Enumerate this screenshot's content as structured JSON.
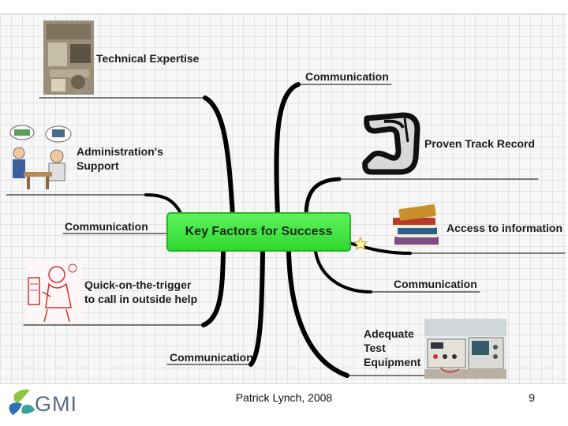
{
  "diagram": {
    "center": "Key Factors for Success",
    "branches": {
      "technical_expertise": "Technical Expertise",
      "communication_top": "Communication",
      "proven_track_record": "Proven Track Record",
      "administration_support": "Administration's Support",
      "communication_left": "Communication",
      "access_to_information": "Access to information",
      "communication_right": "Communication",
      "quick_on_the_trigger": "Quick-on-the-trigger to call in outside help",
      "adequate_test_equipment": "Adequate Test Equipment",
      "communication_bottom": "Communication"
    }
  },
  "footer": {
    "author": "Patrick Lynch, 2008",
    "page_number": "9",
    "logo_text": "GMI"
  },
  "colors": {
    "center_fill": "#3fe23f",
    "branch_line": "#000000",
    "logo_green": "#8cc63f",
    "logo_blue": "#2e6fb5"
  }
}
